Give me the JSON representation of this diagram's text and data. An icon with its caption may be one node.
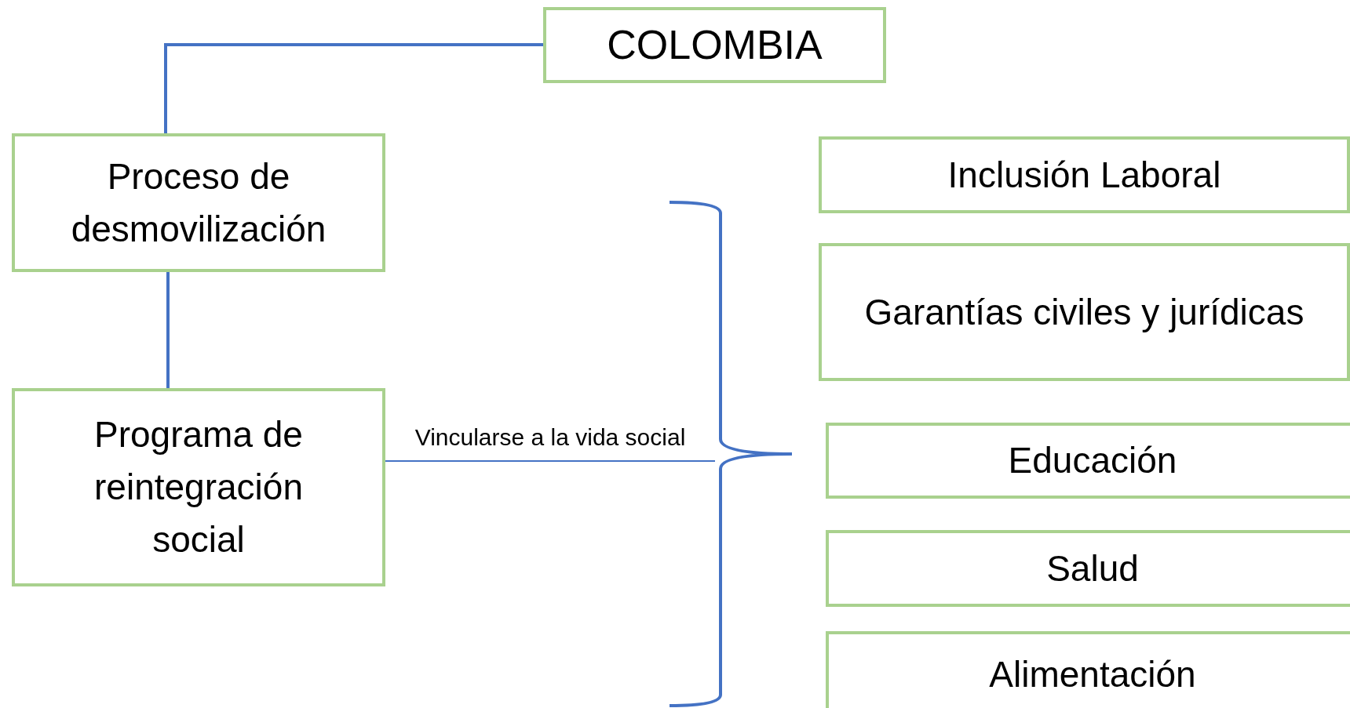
{
  "diagram": {
    "nodes": [
      {
        "text": [
          "COLOMBIA"
        ]
      },
      {
        "text": [
          "Proceso de desmovilización"
        ]
      },
      {
        "text": [
          "Programa de reintegración social"
        ]
      },
      {
        "text": [
          "Inclusión Laboral"
        ]
      },
      {
        "text": [
          "Garantías civiles y jurídicas"
        ]
      },
      {
        "text": [
          "Educación"
        ]
      },
      {
        "text": [
          "Salud"
        ]
      },
      {
        "text": [
          "Alimentación"
        ]
      }
    ],
    "edges": [
      {
        "from": 0,
        "to": 1,
        "arrow": "none"
      },
      {
        "from": 1,
        "to": 2,
        "arrow": "none"
      },
      {
        "from": 2,
        "to": null,
        "arrow": "none",
        "label": "Vincularse a la vida social"
      }
    ]
  }
}
